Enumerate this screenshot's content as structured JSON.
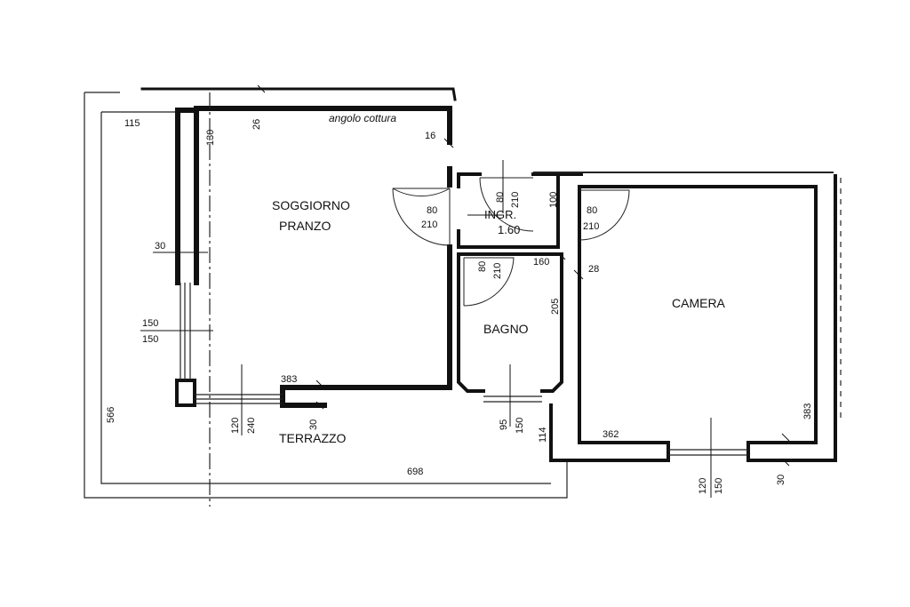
{
  "rooms": {
    "soggiorno": "SOGGIORNO",
    "pranzo": "PRANZO",
    "angolo_cottura": "angolo cottura",
    "ingr_label": "INGR.",
    "ingr_height": "1.60",
    "bagno": "BAGNO",
    "camera": "CAMERA",
    "terrazzo": "TERRAZZO"
  },
  "dimensions": {
    "d115": "115",
    "d130": "130",
    "d26": "26",
    "d16": "16",
    "d30_left": "30",
    "d150_top": "150",
    "d150_bottom": "150",
    "d566": "566",
    "d80_door1": "80",
    "d210_door1": "210",
    "d80_ingr": "80",
    "d210_ingr": "210",
    "d100": "100",
    "d80_cam_door": "80",
    "d210_cam_door": "210",
    "d80_bagno_door": "80",
    "d210_bagno_door": "210",
    "d160": "160",
    "d28": "28",
    "d205": "205",
    "d383_sog": "383",
    "d120_win": "120",
    "d240_win": "240",
    "d30_terr": "30",
    "d95": "95",
    "d150_bagno_win": "150",
    "d114": "114",
    "d698": "698",
    "d362": "362",
    "d383_cam": "383",
    "d120_cam": "120",
    "d150_cam": "150",
    "d30_cam": "30"
  }
}
